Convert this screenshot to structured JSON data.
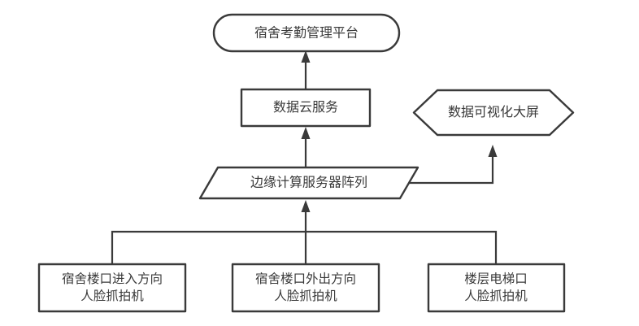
{
  "diagram": {
    "type": "flowchart",
    "orientation": "bottom-up",
    "background_color": "#ffffff",
    "line_color": "#3a3a3a",
    "text_color": "#3a3a3a",
    "nodes": [
      {
        "id": "platform",
        "label": "宿舍考勤管理平台",
        "shape": "stadium",
        "level": "top"
      },
      {
        "id": "cloud-service",
        "label": "数据云服务",
        "shape": "rectangle",
        "level": "second"
      },
      {
        "id": "visual-screen",
        "label": "数据可视化大屏",
        "shape": "hexagon",
        "level": "second"
      },
      {
        "id": "edge-server-array",
        "label": "边缘计算服务器阵列",
        "shape": "parallelogram",
        "level": "third"
      },
      {
        "id": "camera-entry",
        "label_line1": "宿舍楼口进入方向",
        "label_line2": "人脸抓拍机",
        "shape": "rectangle",
        "level": "bottom"
      },
      {
        "id": "camera-exit",
        "label_line1": "宿舍楼口外出方向",
        "label_line2": "人脸抓拍机",
        "shape": "rectangle",
        "level": "bottom"
      },
      {
        "id": "camera-elevator",
        "label_line1": "楼层电梯口",
        "label_line2": "人脸抓拍机",
        "shape": "rectangle",
        "level": "bottom"
      }
    ],
    "edges": [
      {
        "from": "cloud-service",
        "to": "platform",
        "style": "solid",
        "arrow": "single"
      },
      {
        "from": "edge-server-array",
        "to": "cloud-service",
        "style": "solid",
        "arrow": "single"
      },
      {
        "from": "edge-server-array",
        "to": "visual-screen",
        "style": "solid",
        "arrow": "single"
      },
      {
        "from": "camera-entry",
        "to": "edge-server-array",
        "style": "solid",
        "arrow": "single"
      },
      {
        "from": "camera-exit",
        "to": "edge-server-array",
        "style": "solid",
        "arrow": "single"
      },
      {
        "from": "camera-elevator",
        "to": "edge-server-array",
        "style": "solid",
        "arrow": "single"
      }
    ]
  }
}
